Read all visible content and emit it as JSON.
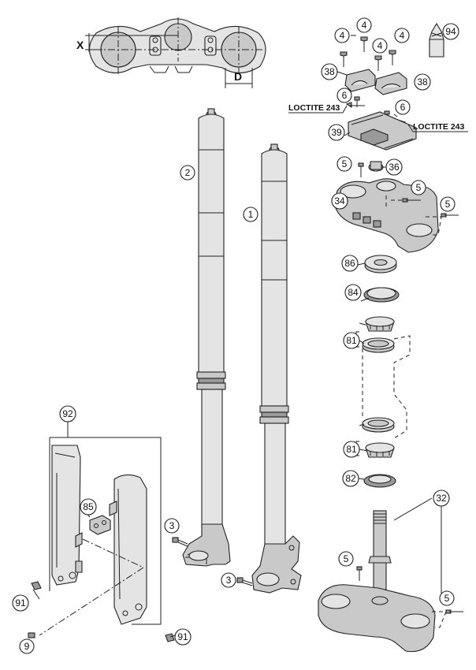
{
  "labels": {
    "d_dimension": "D",
    "x_dimension": "X",
    "loctite_left": "LOCTITE 243",
    "loctite_right": "LOCTITE 243",
    "c1": "1",
    "c2": "2",
    "c3a": "3",
    "c3b": "3",
    "c4a": "4",
    "c4b": "4",
    "c4c": "4",
    "c4d": "4",
    "c5a": "5",
    "c5b": "5",
    "c5c": "5",
    "c5d": "5",
    "c5e": "5",
    "c6a": "6",
    "c6b": "6",
    "c9": "9",
    "c32": "32",
    "c34": "34",
    "c36": "36",
    "c38a": "38",
    "c38b": "38",
    "c39": "39",
    "c81a": "81",
    "c81b": "81",
    "c82": "82",
    "c84": "84",
    "c85": "85",
    "c86": "86",
    "c91a": "91",
    "c91b": "91",
    "c92": "92",
    "c94": "94"
  }
}
